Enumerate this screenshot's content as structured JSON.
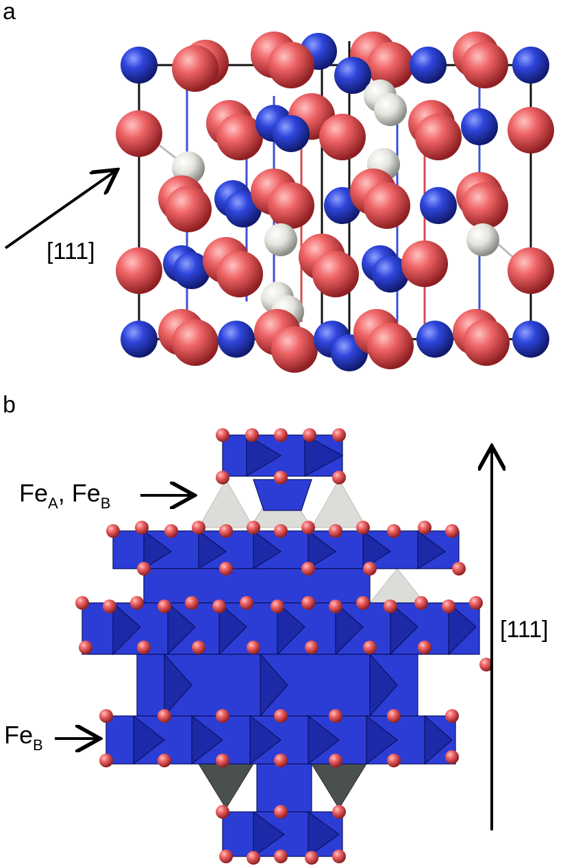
{
  "panel_a": {
    "label": "a",
    "direction_label": "[111]"
  },
  "panel_b": {
    "label": "b",
    "axis_label": "[111]",
    "callout_top": {
      "main1": "Fe",
      "sub1": "A",
      "sep": ", ",
      "main2": "Fe",
      "sub2": "B"
    },
    "callout_bottom": {
      "main": "Fe",
      "sub": "B"
    }
  },
  "colors": {
    "oxygen": "#e8585a",
    "iron": "#2f46d8",
    "interstitial": "#e2e2dc",
    "octahedron": "#2c3dd6",
    "tetra_light": "#dcdcd8",
    "tetra_dark": "#4a4f4f"
  }
}
